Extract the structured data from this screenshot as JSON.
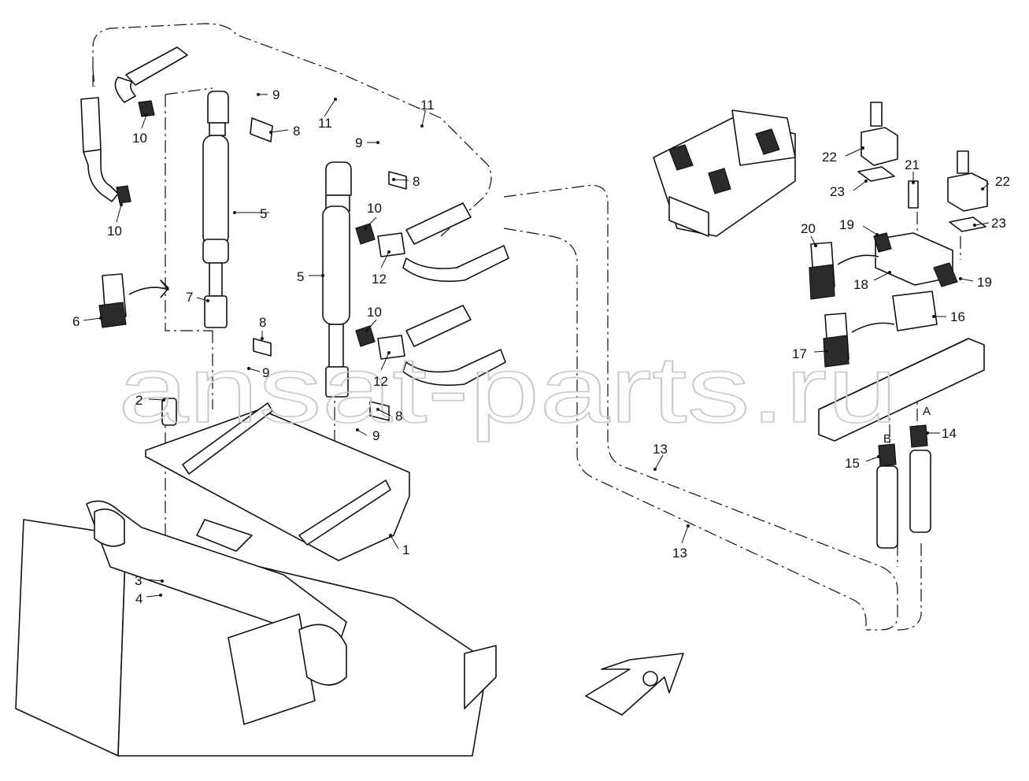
{
  "watermark": "ansat-parts.ru",
  "callouts": [
    {
      "id": "c1",
      "label": "1"
    },
    {
      "id": "c2",
      "label": "2"
    },
    {
      "id": "c3",
      "label": "3"
    },
    {
      "id": "c4",
      "label": "4"
    },
    {
      "id": "c5a",
      "label": "5"
    },
    {
      "id": "c5b",
      "label": "5"
    },
    {
      "id": "c6",
      "label": "6"
    },
    {
      "id": "c7",
      "label": "7"
    },
    {
      "id": "c8a",
      "label": "8"
    },
    {
      "id": "c8b",
      "label": "8"
    },
    {
      "id": "c8c",
      "label": "8"
    },
    {
      "id": "c8d",
      "label": "8"
    },
    {
      "id": "c9a",
      "label": "9"
    },
    {
      "id": "c9b",
      "label": "9"
    },
    {
      "id": "c9c",
      "label": "9"
    },
    {
      "id": "c9d",
      "label": "9"
    },
    {
      "id": "c10a",
      "label": "10"
    },
    {
      "id": "c10b",
      "label": "10"
    },
    {
      "id": "c10c",
      "label": "10"
    },
    {
      "id": "c10d",
      "label": "10"
    },
    {
      "id": "c11a",
      "label": "11"
    },
    {
      "id": "c11b",
      "label": "11"
    },
    {
      "id": "c12a",
      "label": "12"
    },
    {
      "id": "c12b",
      "label": "12"
    },
    {
      "id": "c13a",
      "label": "13"
    },
    {
      "id": "c13b",
      "label": "13"
    },
    {
      "id": "c14",
      "label": "14"
    },
    {
      "id": "c15",
      "label": "15"
    },
    {
      "id": "c16",
      "label": "16"
    },
    {
      "id": "c17",
      "label": "17"
    },
    {
      "id": "c18",
      "label": "18"
    },
    {
      "id": "c19a",
      "label": "19"
    },
    {
      "id": "c19b",
      "label": "19"
    },
    {
      "id": "c20",
      "label": "20"
    },
    {
      "id": "c21",
      "label": "21"
    },
    {
      "id": "c22a",
      "label": "22"
    },
    {
      "id": "c22b",
      "label": "22"
    },
    {
      "id": "c23a",
      "label": "23"
    },
    {
      "id": "c23b",
      "label": "23"
    }
  ],
  "ports": {
    "a": "A",
    "b": "B"
  }
}
